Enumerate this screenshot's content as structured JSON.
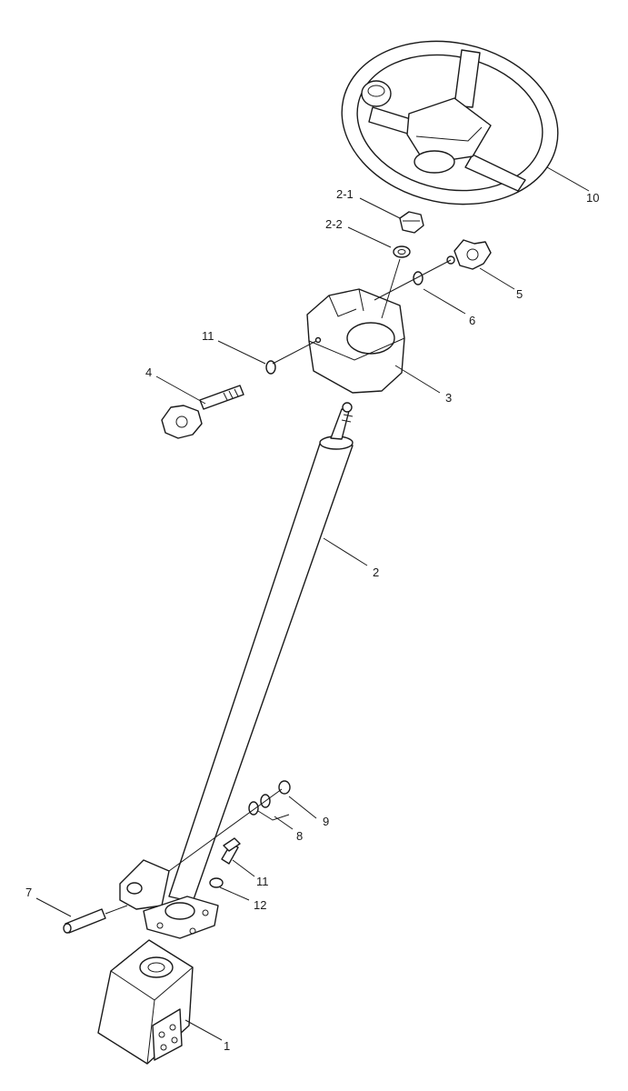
{
  "callouts": {
    "c10": "10",
    "c2_1": "2-1",
    "c2_2": "2-2",
    "c5": "5",
    "c6": "6",
    "c11a": "11",
    "c4": "4",
    "c3": "3",
    "c2": "2",
    "c9": "9",
    "c8": "8",
    "c11b": "11",
    "c12": "12",
    "c7": "7",
    "c1": "1"
  }
}
